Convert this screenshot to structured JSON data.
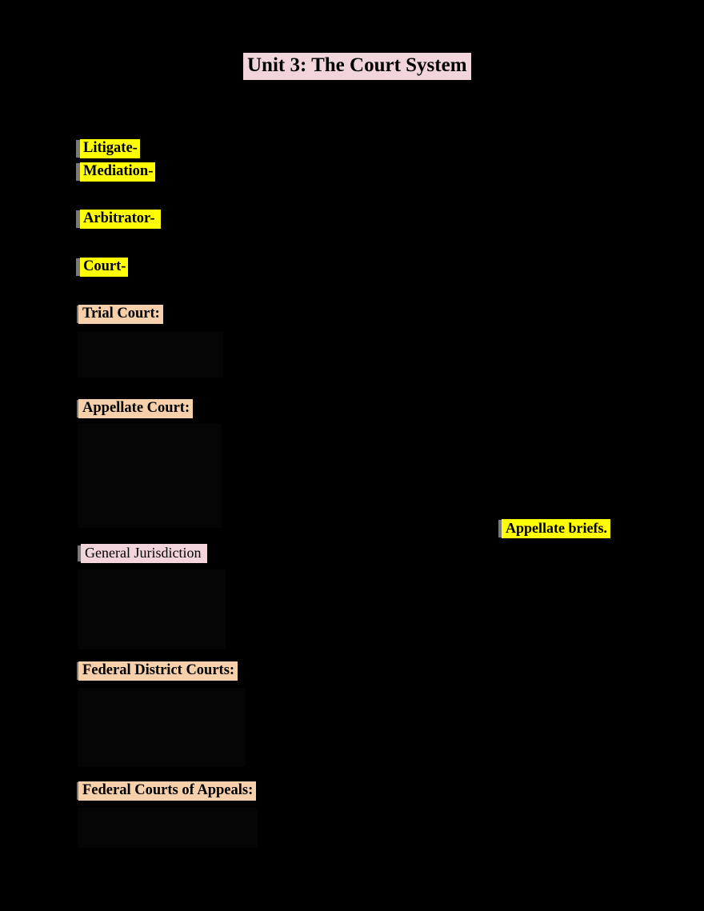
{
  "document": {
    "title": "Unit 3: The Court System",
    "page_background": "#000000",
    "colors": {
      "highlight_yellow": "#ffff00",
      "highlight_peach": "#f6d0aa",
      "highlight_pink": "#f2d5db",
      "text": "#000000",
      "page": "#000000"
    }
  },
  "vocabulary": [
    {
      "term": "Litigate-",
      "highlight": "yellow"
    },
    {
      "term": "Mediation-",
      "highlight": "yellow"
    },
    {
      "term": "Arbitrator- ",
      "highlight": "yellow"
    },
    {
      "term": "Court-",
      "highlight": "yellow"
    }
  ],
  "sections": [
    {
      "heading": "Trial Court:",
      "highlight": "peach"
    },
    {
      "heading": "Appellate Court:",
      "highlight": "peach"
    },
    {
      "heading": "Federal District Courts:",
      "highlight": "peach"
    },
    {
      "heading": "Federal Courts of Appeals:",
      "highlight": "peach"
    }
  ],
  "notes": [
    {
      "text": "Appellate briefs.",
      "highlight": "yellow"
    },
    {
      "text": "General Jurisdiction",
      "highlight": "pink"
    }
  ],
  "hidden_blocks": [
    {
      "label": "trial-court-body"
    },
    {
      "label": "appellate-court-body"
    },
    {
      "label": "general-jurisdiction-body"
    },
    {
      "label": "federal-district-courts-body"
    },
    {
      "label": "federal-courts-of-appeals-body"
    }
  ]
}
